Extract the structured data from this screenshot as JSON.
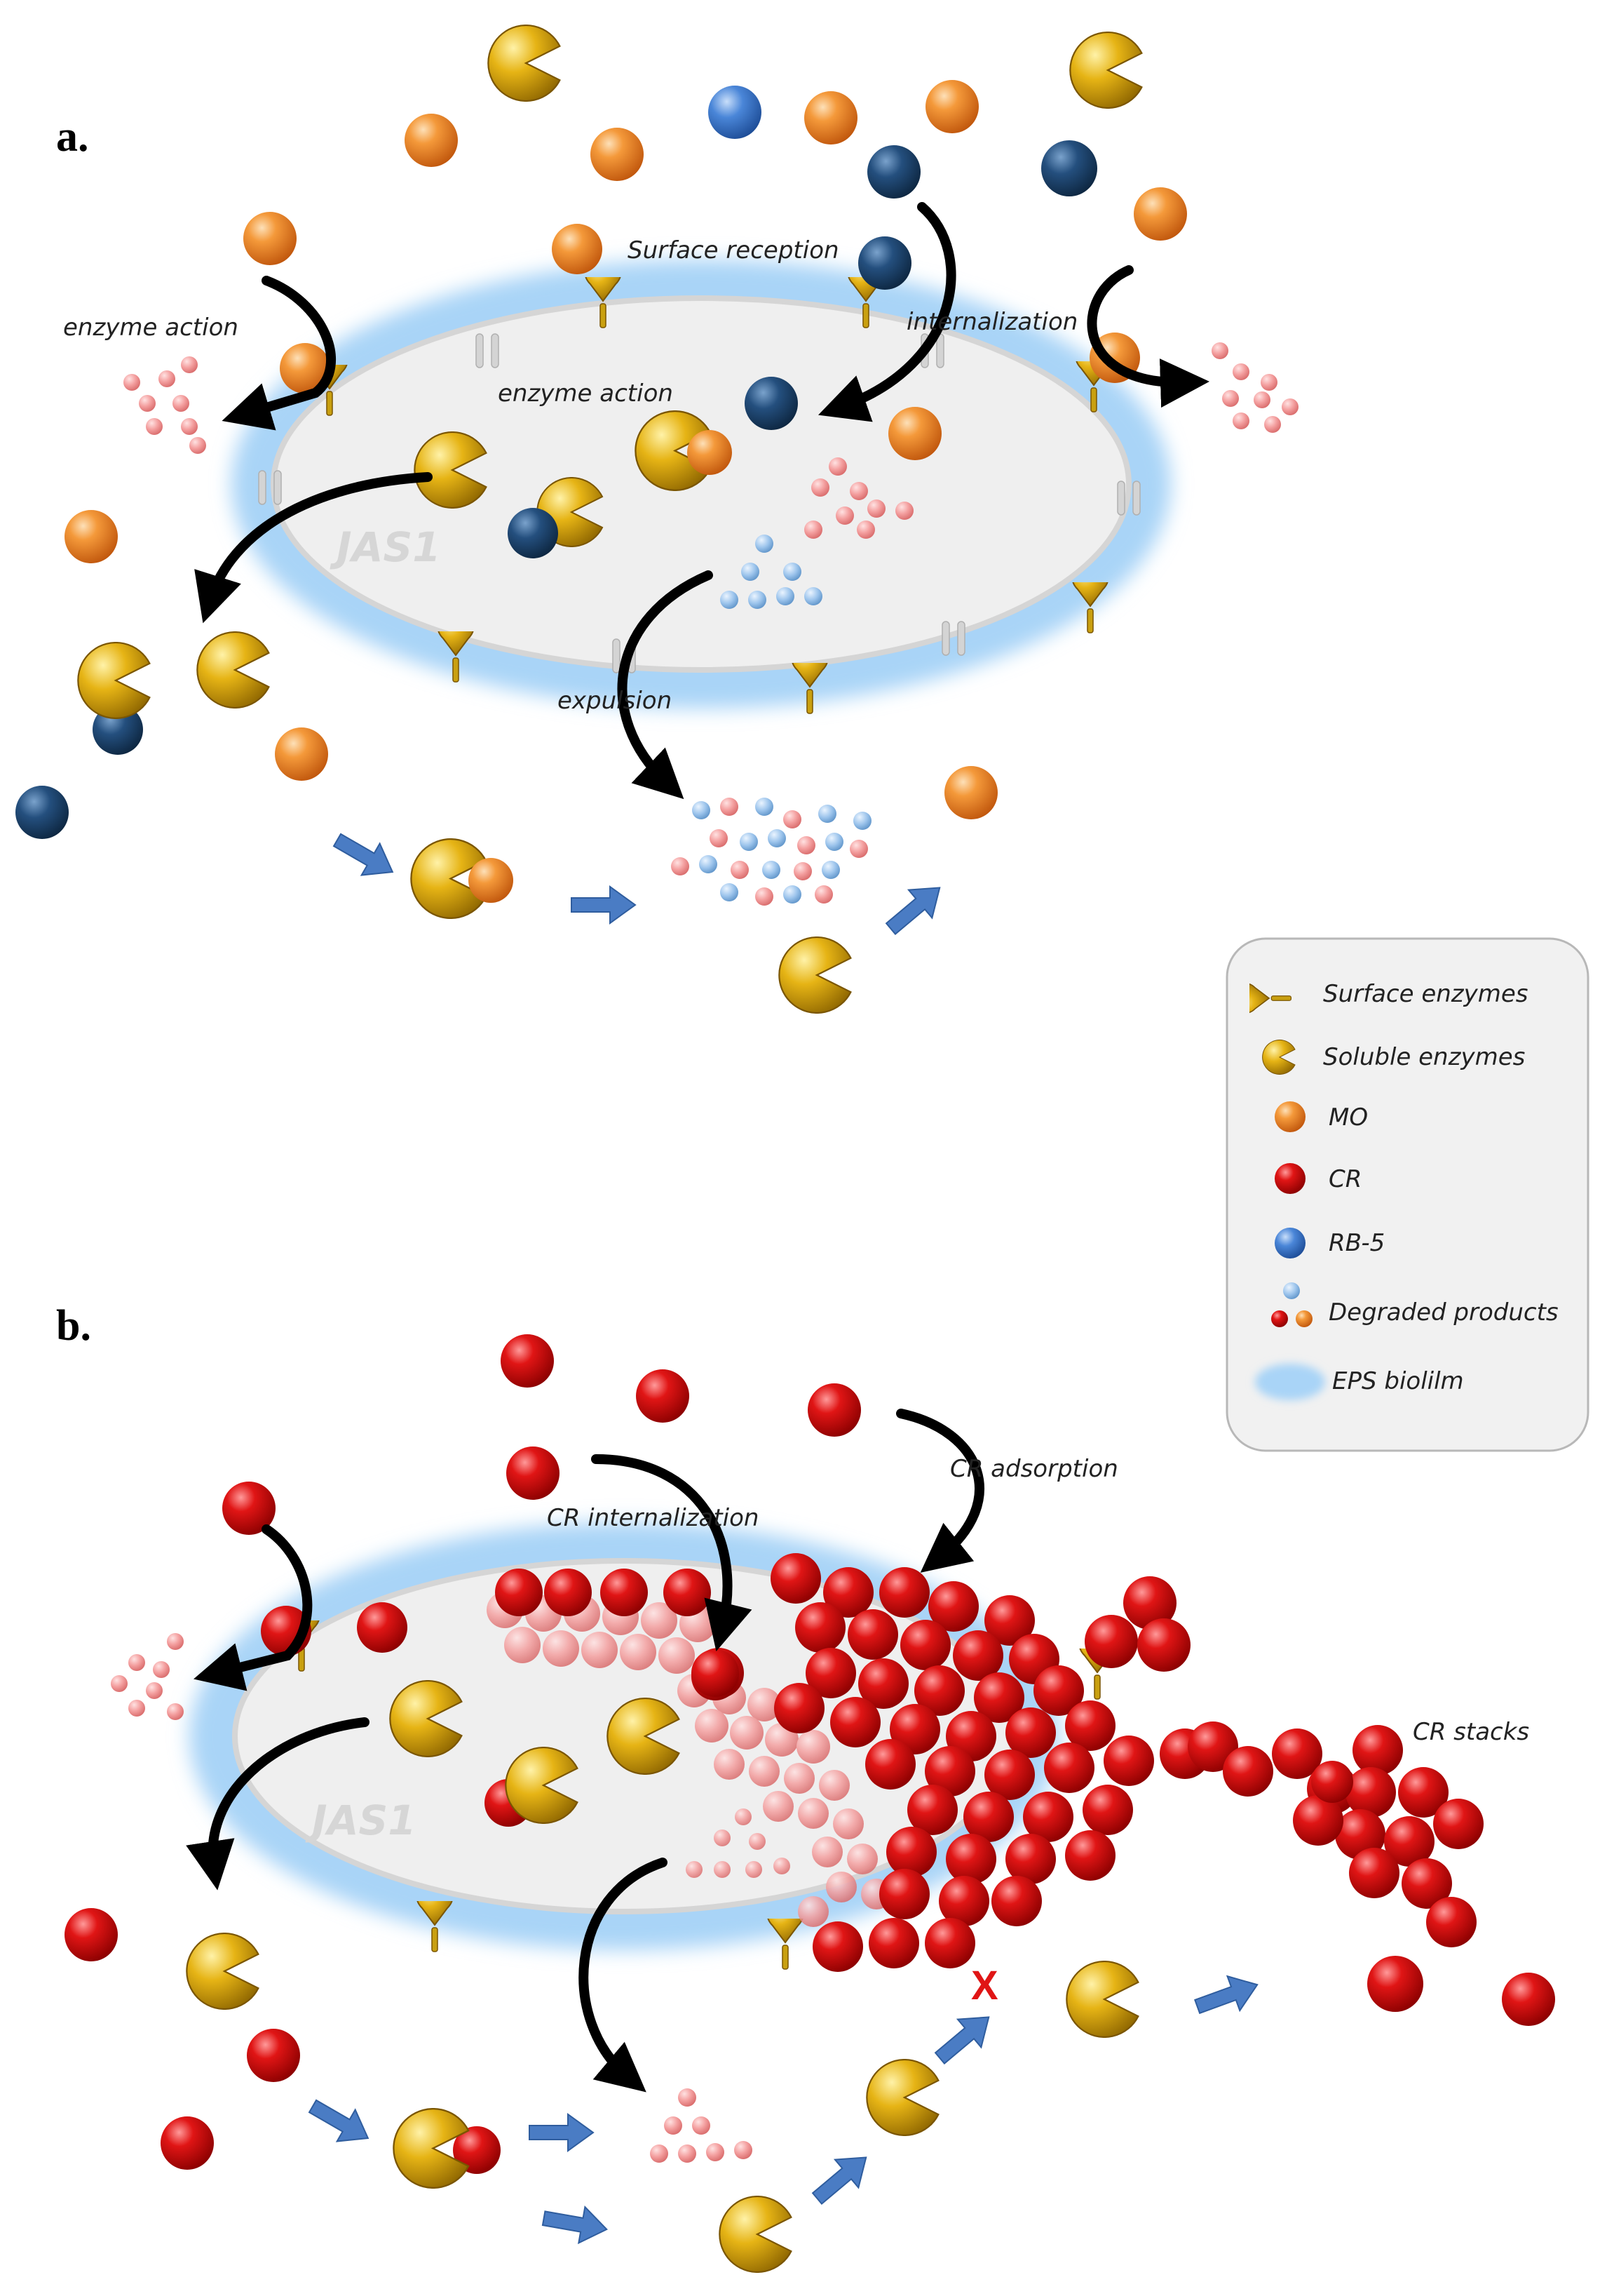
{
  "panels": {
    "a": {
      "label": "a.",
      "cell_name": "JAS1",
      "annotations": {
        "surface_reception": "Surface reception",
        "internalization": "internalization",
        "enzyme_action_outer": "enzyme action",
        "enzyme_action_inner": "enzyme action",
        "expulsion": "expulsion"
      }
    },
    "b": {
      "label": "b.",
      "cell_name": "JAS1",
      "annotations": {
        "cr_adsorption": "CR adsorption",
        "cr_internalization": "CR internalization",
        "cr_stacks": "CR stacks",
        "blocked_mark": "X"
      }
    }
  },
  "legend": {
    "items": [
      {
        "label": "Surface enzymes",
        "icon": "surface-enzyme-icon"
      },
      {
        "label": "Soluble enzymes",
        "icon": "soluble-enzyme-icon"
      },
      {
        "label": "MO",
        "icon": "orange-sphere-icon",
        "color": "#f08a2c"
      },
      {
        "label": "CR",
        "icon": "red-sphere-icon",
        "color": "#d40c0c"
      },
      {
        "label": "RB-5",
        "icon": "blue-sphere-icon",
        "color": "#3a78d0"
      },
      {
        "label": "Degraded products",
        "icon": "degraded-products-icon"
      },
      {
        "label": "EPS biolilm",
        "icon": "eps-biofilm-icon",
        "color": "#a9d4f7"
      }
    ]
  },
  "colors": {
    "mo_orange": "#f08a2c",
    "cr_red": "#d40c0c",
    "rb5_blue": "#3a78d0",
    "rb5_dark": "#1e4a7a",
    "enzyme_gold": "#e0b012",
    "eps_blue": "#a9d4f7",
    "flow_arrow": "#4a7cc4",
    "cell_fill": "#efefef"
  }
}
